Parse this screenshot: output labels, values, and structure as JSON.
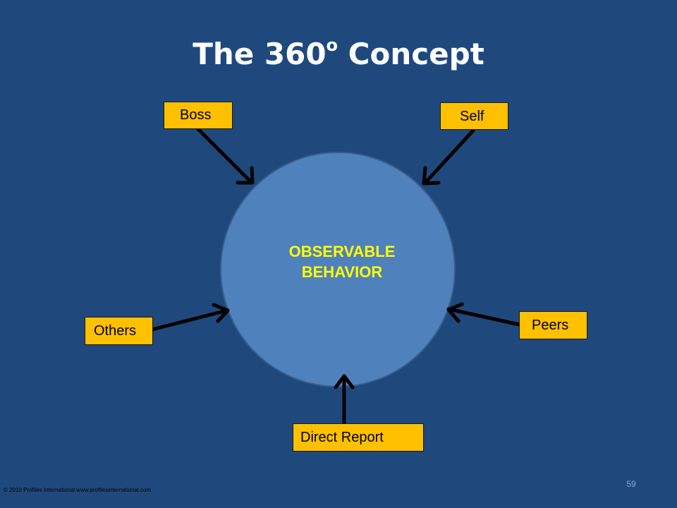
{
  "title": {
    "main": "The 360",
    "superscript": "o",
    "suffix": " Concept"
  },
  "center_label": {
    "line1": "OBSERVABLE",
    "line2": "BEHAVIOR"
  },
  "sources": {
    "boss": "Boss",
    "self": "Self",
    "others": "Others",
    "peers": "Peers",
    "direct_report": "Direct Report"
  },
  "footer": {
    "copyright": "© 2010 Profiles International www.profilesinternational.com"
  },
  "page_number": "59",
  "colors": {
    "background": "#1f497d",
    "circle": "#4f81bd",
    "box": "#ffc000",
    "center_text": "#ffff00",
    "arrow": "#000000"
  }
}
